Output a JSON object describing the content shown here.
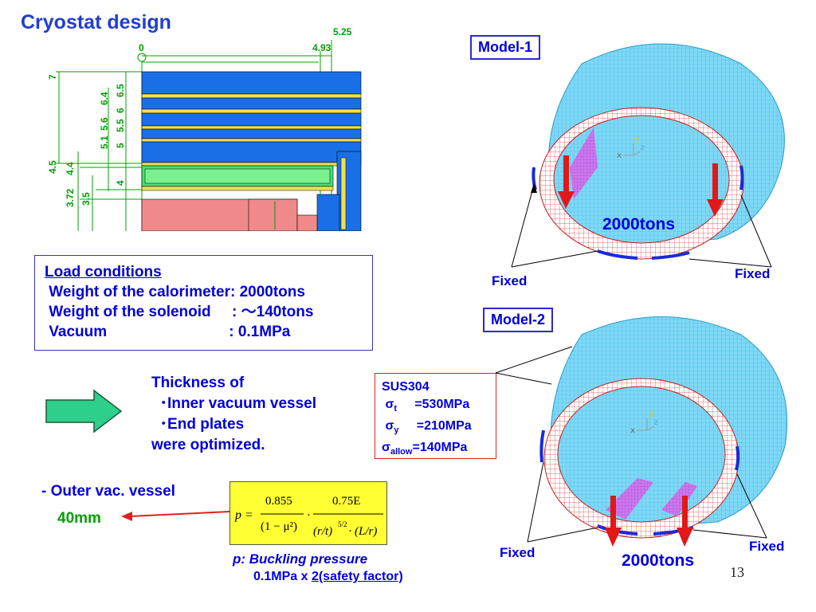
{
  "title": "Cryostat design",
  "drawing": {
    "top_dims": [
      "5.25",
      "0",
      "4.93"
    ],
    "side_dims_left": [
      "7",
      "4.5",
      "4.4",
      "3.72",
      "3.5"
    ],
    "side_dims_mid": [
      "6.5",
      "6.4",
      "6",
      "5.5",
      "5.6",
      "5.1",
      "5",
      "4"
    ]
  },
  "load": {
    "heading": "Load conditions",
    "rows": [
      " Weight of the calorimeter: 2000tons",
      " Weight of the solenoid     : ～140tons",
      " Vacuum                             : 0.1MPa"
    ]
  },
  "thickness": {
    "l1": "Thickness of",
    "l2": "  ･Inner vacuum vessel",
    "l3": "  ･End plates",
    "l4": "were optimized."
  },
  "sus": {
    "title": "SUS304",
    "r1_sym": "σ",
    "r1_sub": "t",
    "r1_val": "     =530MPa",
    "r2_sym": "σ",
    "r2_sub": "y",
    "r2_val": "     =210MPa",
    "r3_sym": "σ",
    "r3_sub": "allow",
    "r3_val": "=140MPa"
  },
  "outer": {
    "dash": "- ",
    "label": "Outer vac. vessel",
    "value": "40mm"
  },
  "formula": {
    "p": "p =",
    "n1": "0.855",
    "d1": "(1 − μ²)",
    "n2": "0.75E",
    "dot": "·"
  },
  "buckling": "p: Buckling pressure",
  "safety_pre": "0.1MPa x ",
  "safety_u": "2(safety factor)",
  "model1": {
    "label": "Model-1",
    "tons": "2000tons",
    "fixed_left": "Fixed",
    "fixed_right": "Fixed"
  },
  "model2": {
    "label": "Model-2",
    "tons": "2000tons",
    "fixed_left": "Fixed",
    "fixed_right": "Fixed"
  },
  "axes": {
    "x": "x",
    "y": "y",
    "z": "z"
  },
  "page_number": "13"
}
